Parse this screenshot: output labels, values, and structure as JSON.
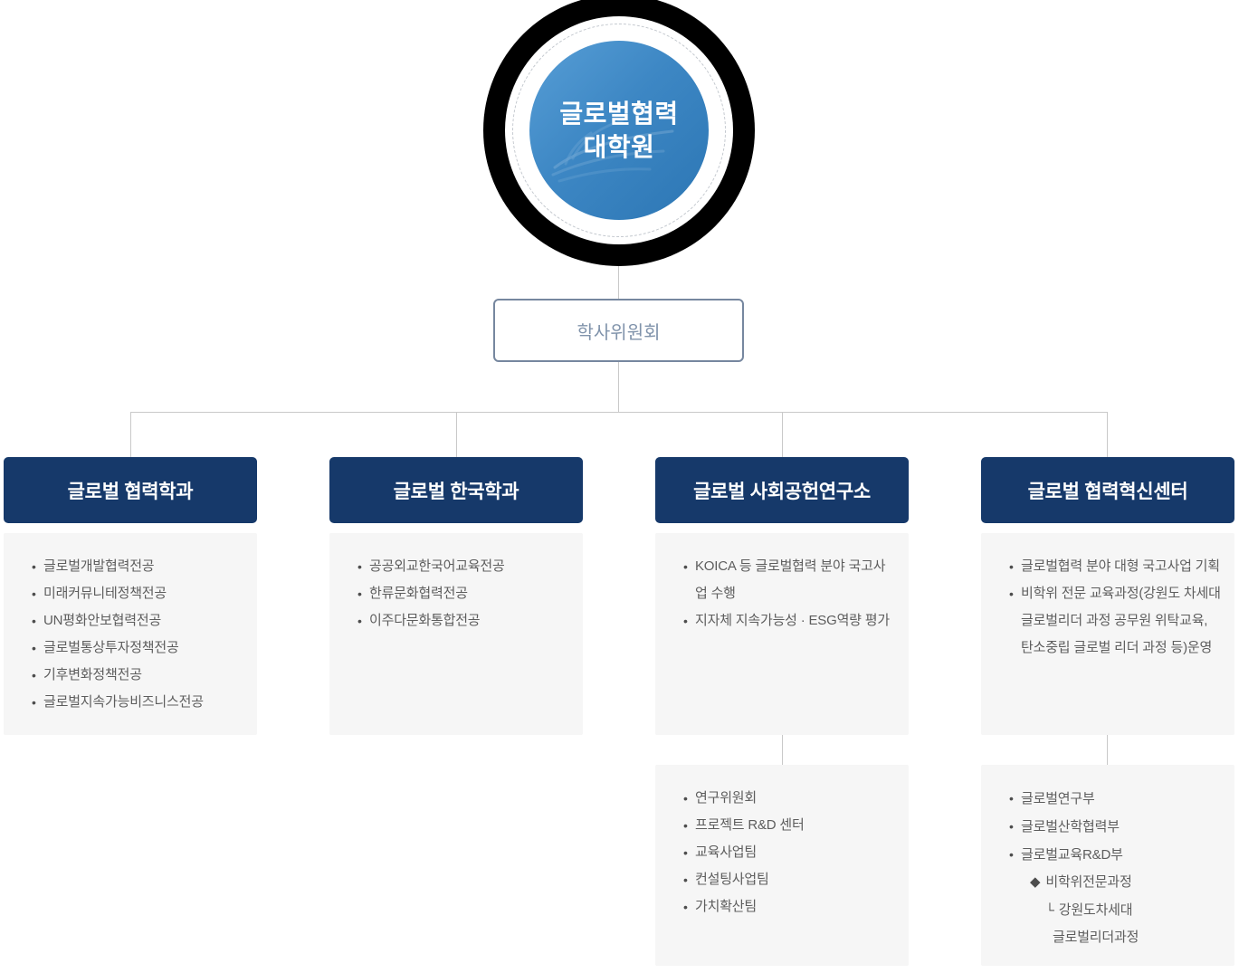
{
  "chart": {
    "root": {
      "title_line1": "글로벌협력",
      "title_line2": "대학원"
    },
    "committee": {
      "label": "학사위원회"
    },
    "columns": [
      {
        "header": "글로벌 협력학과",
        "items": [
          "글로벌개발협력전공",
          "미래커뮤니테정책전공",
          "UN평화안보협력전공",
          "글로벌통상투자정책전공",
          "기후변화정책전공",
          "글로벌지속가능비즈니스전공"
        ]
      },
      {
        "header": "글로벌 한국학과",
        "items": [
          "공공외교한국어교육전공",
          "한류문화협력전공",
          "이주다문화통합전공"
        ]
      },
      {
        "header": "글로벌 사회공헌연구소",
        "items": [
          "KOICA 등 글로벌협력 분야 국고사업 수행",
          "지자체 지속가능성 · ESG역량 평가"
        ],
        "sub_items": [
          {
            "marker": "•",
            "label": "연구위원회"
          },
          {
            "marker": "•",
            "label": "프로젝트 R&D 센터"
          },
          {
            "marker": "•",
            "label": "교육사업팀"
          },
          {
            "marker": "•",
            "label": "컨설팅사업팀"
          },
          {
            "marker": "•",
            "label": "가치확산팀"
          }
        ]
      },
      {
        "header": "글로벌 협력혁신센터",
        "items": [
          "글로벌협력 분야 대형 국고사업 기획",
          "비학위 전문 교육과정(강원도 차세대 글로벌리더 과정 공무원 위탁교육, 탄소중립 글로벌 리더 과정 등)운영"
        ],
        "sub_items": [
          {
            "marker": "•",
            "label": "글로벌연구부"
          },
          {
            "marker": "•",
            "label": "글로벌산학협력부"
          },
          {
            "marker": "•",
            "label": "글로벌교육R&D부"
          },
          {
            "marker": "◆",
            "label": "비학위전문과정"
          },
          {
            "marker": "└",
            "label": "강원도차세대"
          },
          {
            "marker": "",
            "label": "글로벌리더과정"
          }
        ]
      }
    ],
    "colors": {
      "header_navy": "#16396a",
      "circle_blue_light": "#579ed6",
      "circle_blue_dark": "#2c76b4",
      "circle_ring": "#000000",
      "committee_border": "#76879f",
      "committee_text": "#8093ab",
      "connector_line": "#c9c9c9",
      "panel_bg": "#f6f6f6",
      "item_text": "#5d5d5d"
    }
  }
}
